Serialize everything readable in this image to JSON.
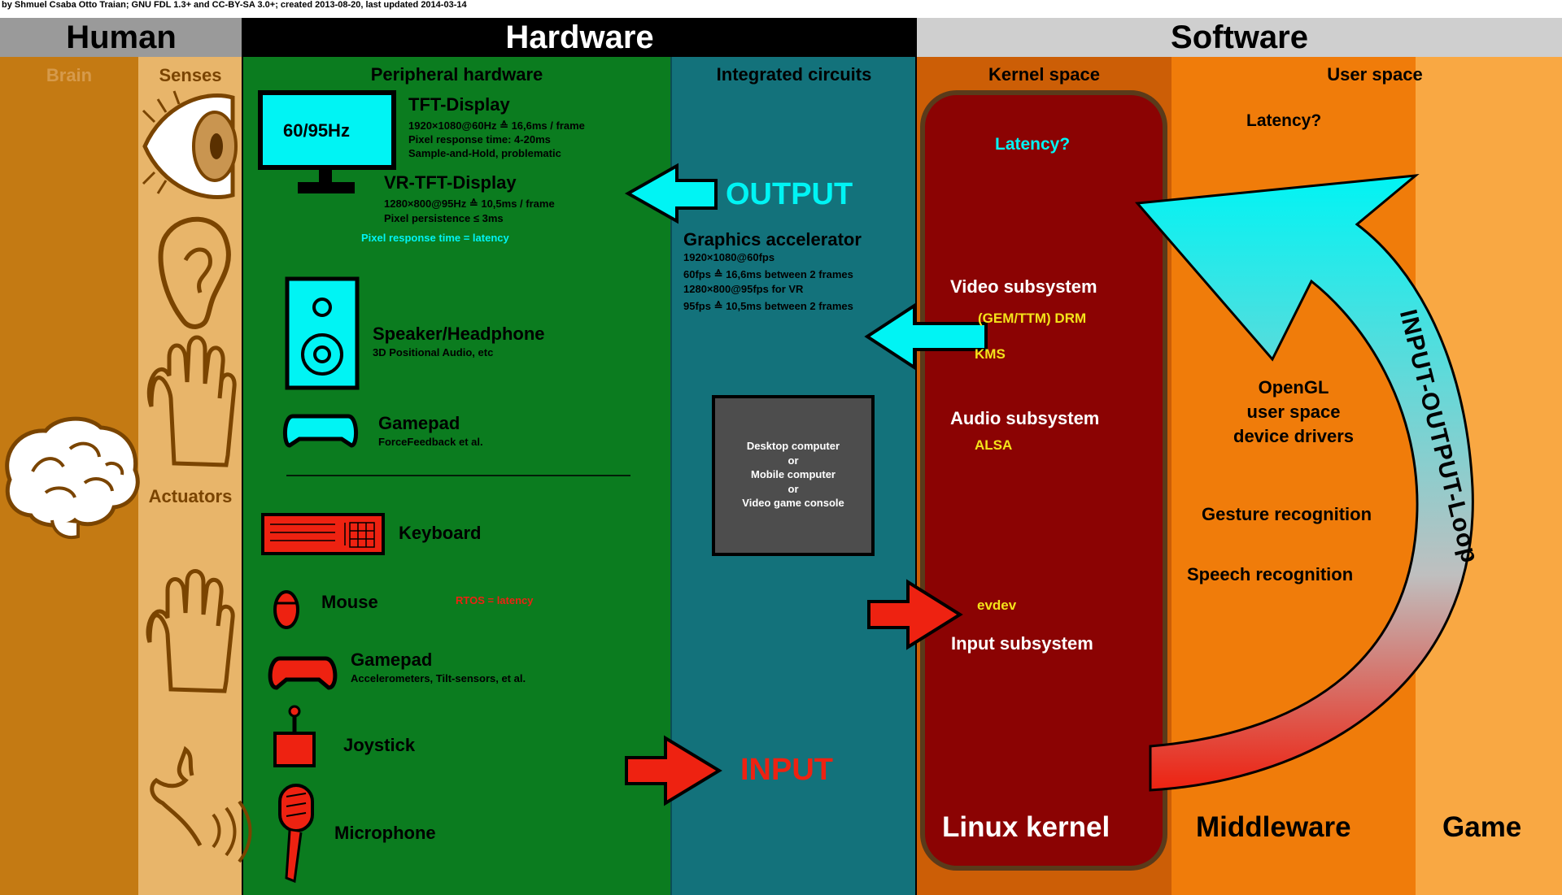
{
  "credit": "by Shmuel Csaba Otto Traian; GNU FDL 1.3+ and CC-BY-SA 3.0+; created 2013-08-20, last updated 2014-03-14",
  "columns": {
    "human": "Human",
    "hardware": "Hardware",
    "software": "Software"
  },
  "sections": {
    "brain": "Brain",
    "senses": "Senses",
    "actuators": "Actuators",
    "peripheral": "Peripheral hardware",
    "integrated": "Integrated circuits",
    "kernel_space": "Kernel space",
    "user_space": "User space"
  },
  "output_devices": {
    "monitor_label": "60/95Hz",
    "tft_title": "TFT-Display",
    "tft_line1": "1920×1080@60Hz ≙ 16,6ms / frame",
    "tft_line2": "Pixel response time: 4-20ms",
    "tft_line3": "Sample-and-Hold, problematic",
    "vr_title": "VR-TFT-Display",
    "vr_line1": "1280×800@95Hz ≙ 10,5ms / frame",
    "vr_line2": "Pixel persistence ≤ 3ms",
    "pixel_note": "Pixel response time = latency",
    "speaker_title": "Speaker/Headphone",
    "speaker_sub": "3D Positional Audio, etc",
    "gamepad_title": "Gamepad",
    "gamepad_sub": "ForceFeedback et al."
  },
  "input_devices": {
    "keyboard": "Keyboard",
    "mouse": "Mouse",
    "rtos_note": "RTOS = latency",
    "gamepad_title": "Gamepad",
    "gamepad_sub": "Accelerometers, Tilt-sensors, et al.",
    "joystick": "Joystick",
    "microphone": "Microphone"
  },
  "integrated": {
    "output": "OUTPUT",
    "input": "INPUT",
    "gpu_title": "Graphics accelerator",
    "gpu_line1": "1920×1080@60fps",
    "gpu_line2": "60fps ≙ 16,6ms between 2 frames",
    "gpu_line3": "1280×800@95fps for VR",
    "gpu_line4": "95fps ≙ 10,5ms between 2 frames",
    "computer_line1": "Desktop computer",
    "computer_line2": "or",
    "computer_line3": "Mobile computer",
    "computer_line4": "or",
    "computer_line5": "Video game console"
  },
  "kernel": {
    "latency": "Latency?",
    "video": "Video subsystem",
    "drm": "(GEM/TTM) DRM",
    "kms": "KMS",
    "audio": "Audio subsystem",
    "alsa": "ALSA",
    "evdev": "evdev",
    "input": "Input subsystem",
    "footer": "Linux kernel"
  },
  "userspace": {
    "latency": "Latency?",
    "opengl_line1": "OpenGL",
    "opengl_line2": "user space",
    "opengl_line3": "device drivers",
    "gesture": "Gesture recognition",
    "speech": "Speech recognition",
    "middleware": "Middleware",
    "game": "Game",
    "loop": "INPUT-OUTPUT-Loop"
  },
  "colors": {
    "brain_bg": "#c47a13",
    "senses_bg": "#e8b56a",
    "peripheral_bg": "#0b7c1f",
    "integrated_bg": "#13727b",
    "kernel_bg": "#cc5e06",
    "kernel_box": "#8b0303",
    "userspace_bg": "#f07c0a",
    "game_bg": "#f9a843",
    "cyan": "#00f4f4",
    "red": "#ee2211",
    "yellow": "#f4e31a"
  }
}
